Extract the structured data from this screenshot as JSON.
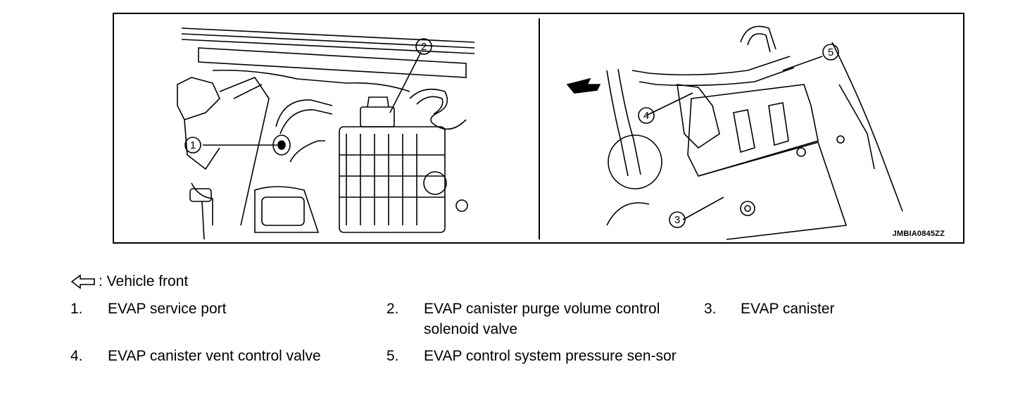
{
  "figure": {
    "code": "JMBIA0845ZZ",
    "callouts": [
      "1",
      "2",
      "3",
      "4",
      "5"
    ]
  },
  "legend": {
    "icon": "outline-left-arrow-icon",
    "label": ": Vehicle front"
  },
  "items": [
    {
      "num": "1.",
      "text": "EVAP service port"
    },
    {
      "num": "2.",
      "text": "EVAP canister purge volume control solenoid valve"
    },
    {
      "num": "3.",
      "text": "EVAP canister"
    },
    {
      "num": "4.",
      "text": "EVAP canister vent control valve"
    },
    {
      "num": "5.",
      "text": "EVAP control system pressure sen-sor"
    }
  ]
}
